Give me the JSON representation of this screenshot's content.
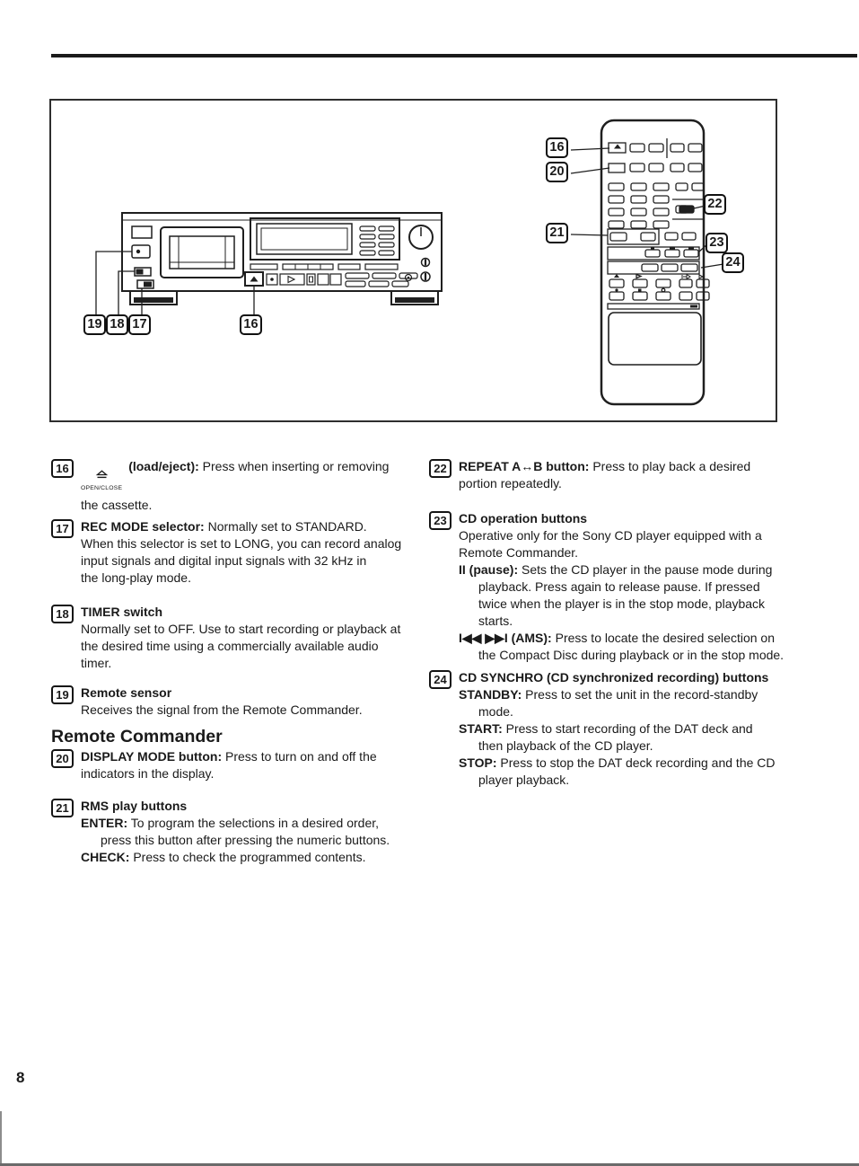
{
  "page_number": "8",
  "ink_color": "#1a1a1a",
  "figure": {
    "deck_callouts": [
      "19",
      "18",
      "17",
      "16"
    ],
    "remote_callouts": [
      "16",
      "20",
      "21",
      "22",
      "23",
      "24"
    ]
  },
  "content": {
    "left": {
      "i16": {
        "num": "16",
        "icon_label": "OPEN/CLOSE",
        "title": "(load/eject):",
        "body": "Press when inserting or removing\nthe cassette."
      },
      "i17": {
        "num": "17",
        "title": "REC MODE selector:",
        "body": "Normally set to STANDARD.\nWhen this selector is set to LONG, you can record analog\ninput signals and digital input signals with 32 kHz in\nthe long-play mode."
      },
      "i18": {
        "num": "18",
        "title": "TIMER switch",
        "body": "Normally set to OFF. Use to start recording or playback at\nthe desired time using a commercially available audio\ntimer."
      },
      "i19": {
        "num": "19",
        "title": "Remote sensor",
        "body": "Receives the signal from the Remote Commander."
      },
      "heading": "Remote Commander",
      "i20": {
        "num": "20",
        "title": "DISPLAY MODE button:",
        "body": "Press to turn on and off the\nindicators in the display."
      },
      "i21": {
        "num": "21",
        "title": "RMS play buttons",
        "subs": [
          {
            "label": "ENTER:",
            "text": "To program the selections in a desired order,\npress this button after pressing the numeric buttons."
          },
          {
            "label": "CHECK:",
            "text": "Press to check the programmed contents."
          }
        ]
      }
    },
    "right": {
      "i22": {
        "num": "22",
        "title": "REPEAT A↔B button:",
        "body": "Press to play back a desired\nportion repeatedly."
      },
      "i23": {
        "num": "23",
        "title": "CD operation buttons",
        "body": "Operative only for the Sony CD player equipped with a\nRemote Commander.",
        "subs": [
          {
            "label": "II (pause):",
            "text": "Sets the CD player in the pause mode during\nplayback. Press again to release pause. If pressed\ntwice when the player is in the stop mode, playback\nstarts."
          },
          {
            "label": "I◀◀ ▶▶I (AMS):",
            "text": "Press to locate the desired selection on\nthe Compact Disc during playback or in the stop mode."
          }
        ]
      },
      "i24": {
        "num": "24",
        "title": "CD SYNCHRO (CD synchronized recording) buttons",
        "subs": [
          {
            "label": "STANDBY:",
            "text": "Press to set the unit in the record-standby\nmode."
          },
          {
            "label": "START:",
            "text": "Press to start recording of the DAT deck and\nthen playback of the CD player."
          },
          {
            "label": "STOP:",
            "text": "Press to stop the DAT deck recording and the CD\nplayer playback."
          }
        ]
      }
    }
  }
}
